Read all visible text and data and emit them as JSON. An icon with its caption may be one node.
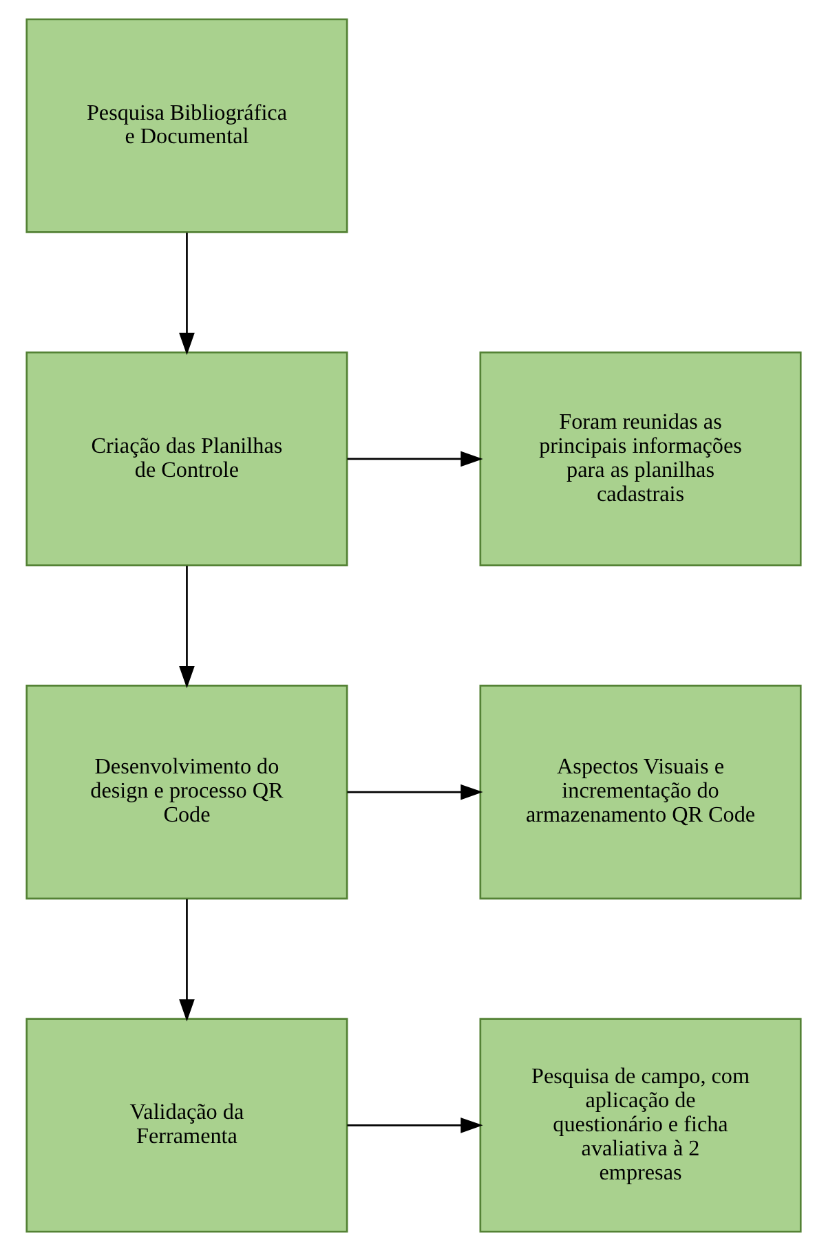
{
  "diagram": {
    "nodes": [
      {
        "text": [
          "Pesquisa Bibliográfica e Documental"
        ]
      },
      {
        "text": [
          "Criação das Planilhas de Controle"
        ]
      },
      {
        "text": [
          "Foram reunidas as principais informações para as planilhas cadastrais"
        ]
      },
      {
        "text": [
          "Desenvolvimento do design e processo QR Code"
        ]
      },
      {
        "text": [
          "Aspectos Visuais e incrementação do armazenamento QR Code"
        ]
      },
      {
        "text": [
          "Validação da Ferramenta"
        ]
      },
      {
        "text": [
          "Pesquisa de campo, com aplicação de questionário e ficha avaliativa à 2 empresas"
        ]
      }
    ],
    "edges": [
      {
        "from": 0,
        "to": 1,
        "arrow": "to"
      },
      {
        "from": 1,
        "to": 2,
        "arrow": "to"
      },
      {
        "from": 1,
        "to": 3,
        "arrow": "to"
      },
      {
        "from": 3,
        "to": 4,
        "arrow": "to"
      },
      {
        "from": 3,
        "to": 5,
        "arrow": "to"
      },
      {
        "from": 5,
        "to": 6,
        "arrow": "to"
      }
    ]
  }
}
